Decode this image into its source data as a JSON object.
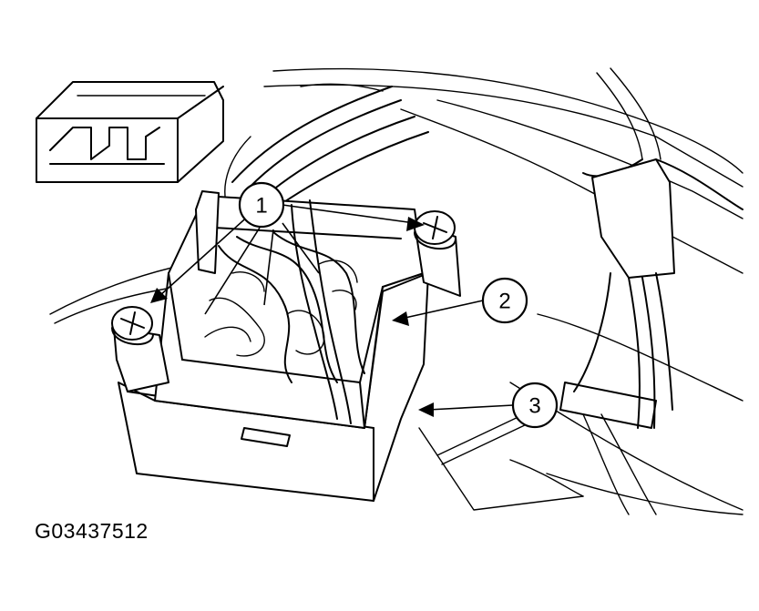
{
  "figure_code": "G03437512",
  "callouts": [
    {
      "number": "1"
    },
    {
      "number": "2"
    },
    {
      "number": "3"
    }
  ],
  "icons": [
    "connector-inset-icon",
    "screw-icon",
    "relay-box-icon",
    "wiring-harness-icon"
  ]
}
